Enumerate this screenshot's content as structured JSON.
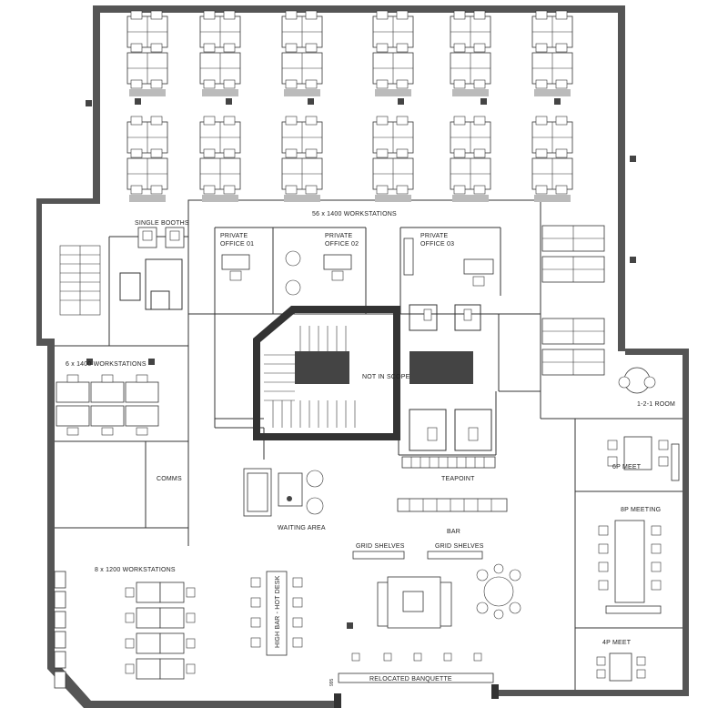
{
  "labels": {
    "single_booths": "SINGLE BOOTHS",
    "main_workstations": "56 x 1400 WORKSTATIONS",
    "private_office_01": [
      "PRIVATE",
      "OFFICE 01"
    ],
    "private_office_02": [
      "PRIVATE",
      "OFFICE 02"
    ],
    "private_office_03": [
      "PRIVATE",
      "OFFICE 03"
    ],
    "left_workstations": "6 x 1400 WORKSTATIONS",
    "not_in_scope": "NOT IN SCOPE",
    "one_two_one": "1-2-1 ROOM",
    "six_p_meet": "6P MEET",
    "eight_p_meeting": "8P MEETING",
    "comms": "COMMS",
    "teapoint": "TEAPOINT",
    "waiting_area": "WAITING AREA",
    "bar": "BAR",
    "grid_shelves_1": "GRID SHELVES",
    "grid_shelves_2": "GRID SHELVES",
    "lower_workstations": "8 x 1200 WORKSTATIONS",
    "high_bar": "HIGH BAR - HOT DESK",
    "four_p_meet": "4P MEET",
    "relocated_banquette": "RELOCATED BANQUETTE",
    "dim_995": "995"
  }
}
